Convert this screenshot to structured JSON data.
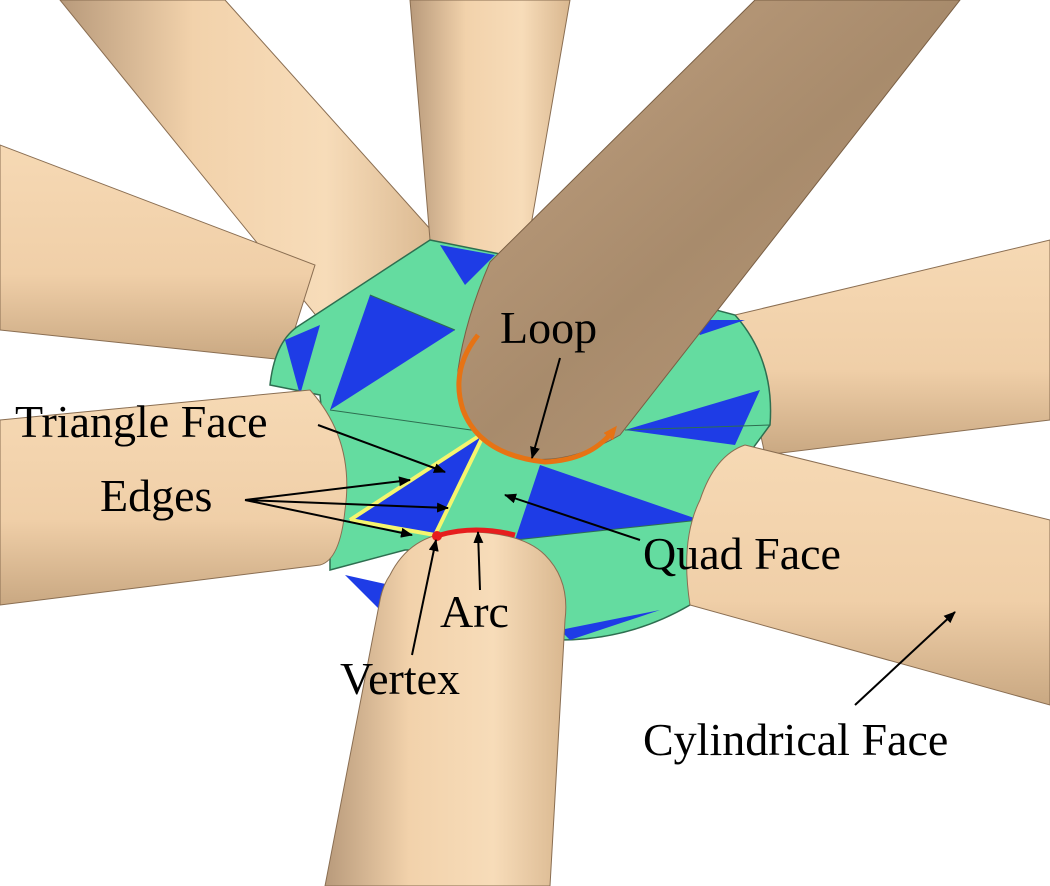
{
  "labels": {
    "loop": "Loop",
    "triangle_face": "Triangle Face",
    "edges": "Edges",
    "quad_face": "Quad Face",
    "arc": "Arc",
    "vertex": "Vertex",
    "cylindrical_face": "Cylindrical Face"
  },
  "colors": {
    "background": "#ffffff",
    "cylinder": "#f0cfa8",
    "quad_face": "#64dca0",
    "triangle_face": "#1e3ce6",
    "edge_highlight": "#f5f56e",
    "loop_highlight": "#e67314",
    "arc_highlight": "#e61e1e",
    "arrow": "#000000"
  }
}
